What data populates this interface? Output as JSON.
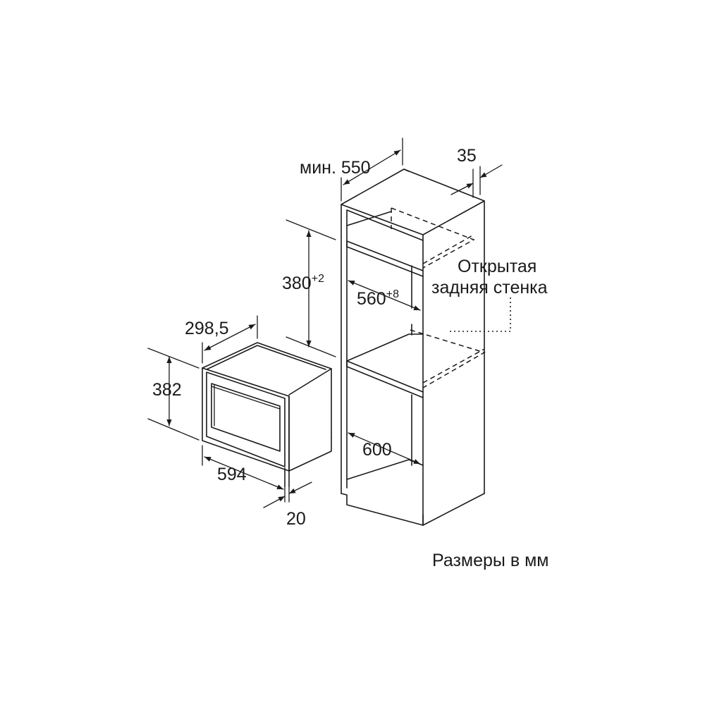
{
  "cabinet": {
    "depth_label": "мин. 550",
    "back_gap": "35",
    "niche_height": "380",
    "niche_height_tol": "+2",
    "niche_width": "560",
    "niche_width_tol": "+8",
    "cabinet_width": "600"
  },
  "appliance": {
    "depth": "298,5",
    "height": "382",
    "width": "594",
    "panel_offset": "20"
  },
  "callout": {
    "line1": "Открытая",
    "line2": "задняя стенка"
  },
  "footer": {
    "units_note": "Размеры в мм"
  }
}
